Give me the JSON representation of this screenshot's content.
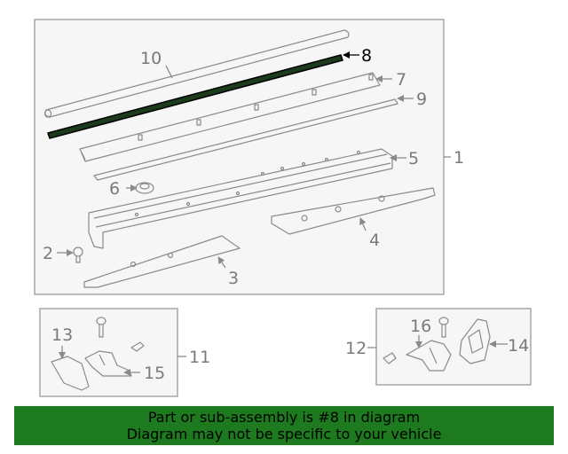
{
  "colors": {
    "banner_bg": "#1e7a1e",
    "highlight": "#1c3a1c",
    "line": "#8a8a8a",
    "panel_bg": "#f6f6f6"
  },
  "diagram": {
    "highlighted_part": "8",
    "main_assembly": {
      "label": "1",
      "parts": [
        "2",
        "3",
        "4",
        "5",
        "6",
        "7",
        "8",
        "9",
        "10"
      ]
    },
    "left_sub_assembly": {
      "label": "11",
      "parts": [
        "13",
        "15"
      ]
    },
    "right_sub_assembly": {
      "label": "12",
      "parts": [
        "14",
        "16"
      ]
    }
  },
  "banner": {
    "line1": "Part or sub-assembly is #8 in diagram",
    "line2": "Diagram may not be specific to your vehicle"
  }
}
